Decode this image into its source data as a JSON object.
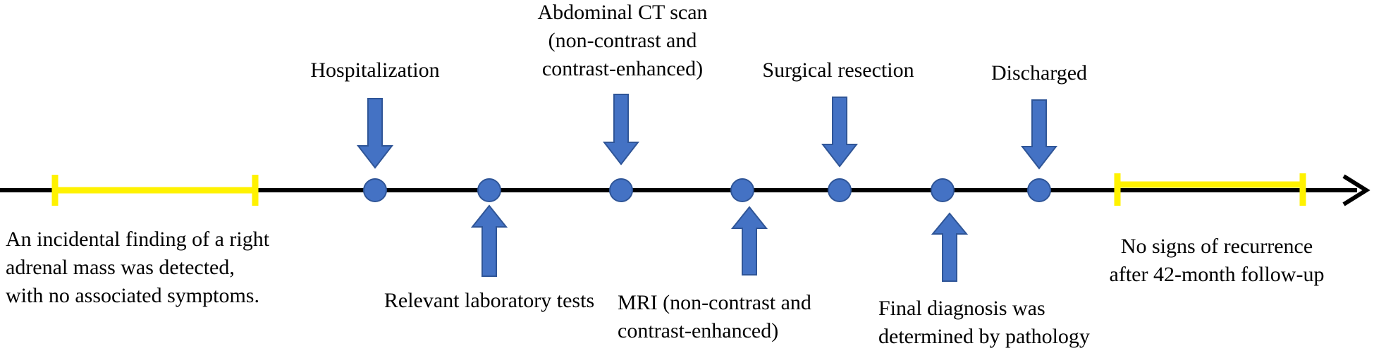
{
  "colors": {
    "timeline": "#000000",
    "yellow_bar": "#FFF200",
    "marker": "#4472C4",
    "marker_outline": "#2F5597",
    "text": "#000000"
  },
  "labels": {
    "incidental_finding": "An incidental finding of a right\nadrenal mass was detected,\nwith no associated symptoms.",
    "hospitalization": "Hospitalization",
    "laboratory_tests": "Relevant laboratory tests",
    "ct_scan": "Abdominal CT scan\n(non-contrast and\ncontrast-enhanced)",
    "mri": "MRI (non-contrast and\ncontrast-enhanced)",
    "surgical_resection": "Surgical resection",
    "final_diagnosis": "Final diagnosis was\ndetermined by pathology",
    "discharged": "Discharged",
    "no_recurrence": "No signs of recurrence\nafter 42-month follow-up"
  }
}
